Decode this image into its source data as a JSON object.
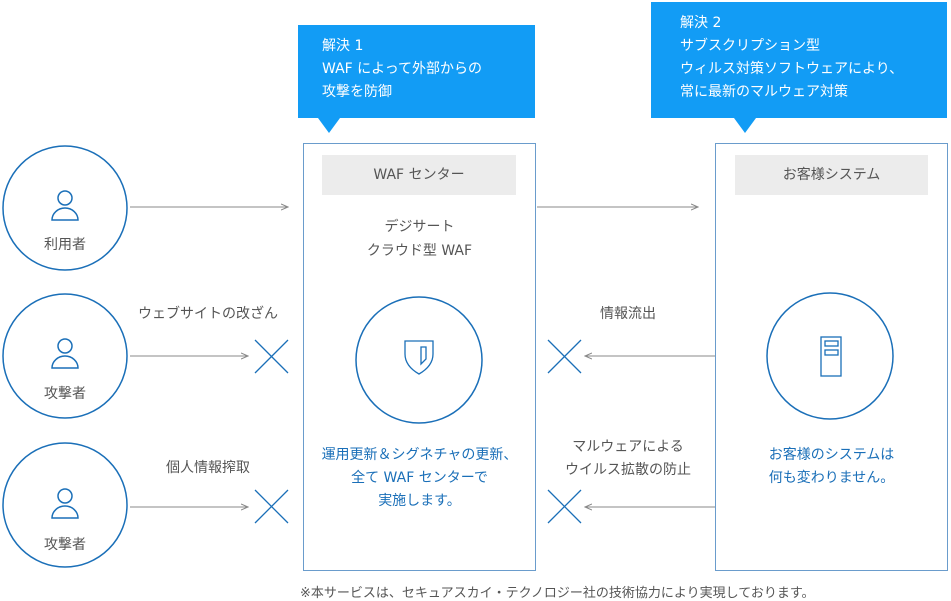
{
  "callouts": [
    {
      "lines": [
        "解決 1",
        "WAF によって外部からの",
        "攻撃を防御"
      ]
    },
    {
      "lines": [
        "解決 2",
        "サブスクリプション型",
        "ウィルス対策ソフトウェアにより、",
        "常に最新のマルウェア対策"
      ]
    }
  ],
  "actors": [
    {
      "label": "利用者",
      "icon": "user-icon"
    },
    {
      "label": "攻撃者",
      "icon": "user-icon"
    },
    {
      "label": "攻撃者",
      "icon": "user-icon"
    }
  ],
  "attacks": {
    "defacement": "ウェブサイトの改ざん",
    "theft": "個人情報搾取",
    "leak": "情報流出",
    "malware": [
      "マルウェアによる",
      "ウイルス拡散の防止"
    ]
  },
  "waf": {
    "header": "WAF センター",
    "subtitle": [
      "デジサート",
      "クラウド型 WAF"
    ],
    "icon": "shield-icon",
    "desc": [
      "運用更新＆シグネチャの更新、",
      "全て WAF センターで",
      "実施します。"
    ]
  },
  "customer": {
    "header": "お客様システム",
    "icon": "server-icon",
    "desc": [
      "お客様のシステムは",
      "何も変わりません。"
    ]
  },
  "footnote": "※本サービスは、セキュアスカイ・テクノロジー社の技術協力により実現しております。",
  "colors": {
    "callout": "#129cf5",
    "line": "#1a6fb8",
    "arrow": "#888888"
  }
}
